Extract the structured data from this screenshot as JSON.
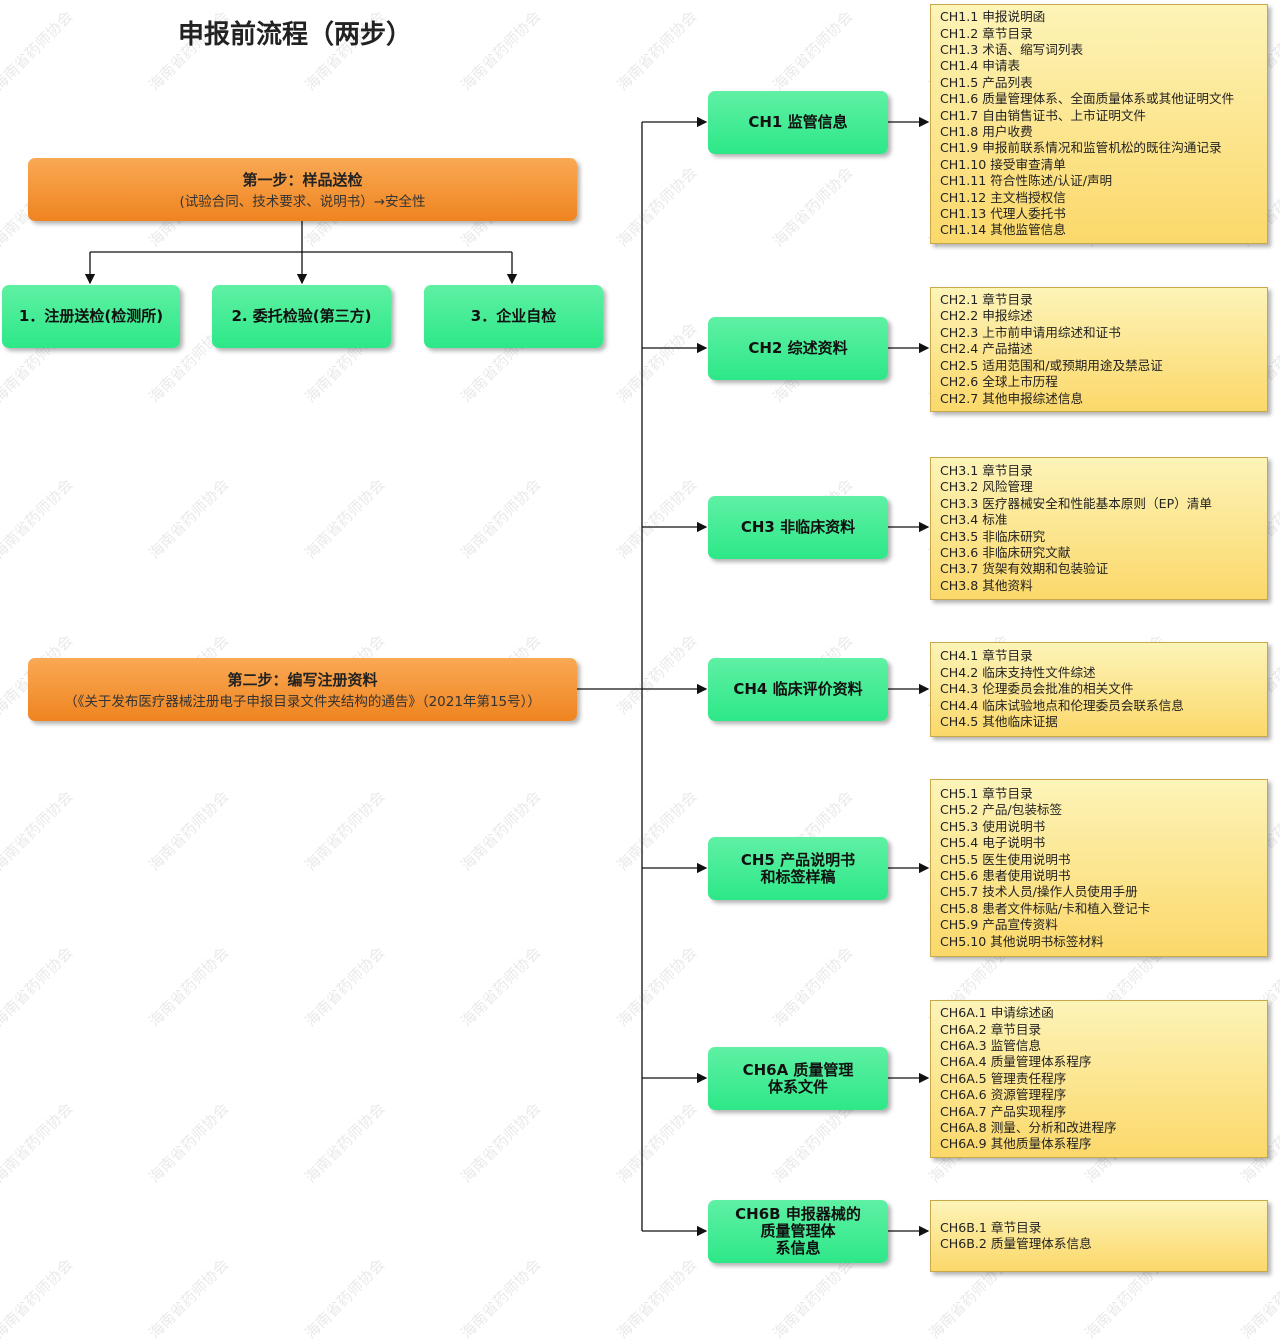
{
  "title": "申报前流程（两步）",
  "watermark": "海南省药师协会",
  "step1": {
    "title": "第一步：样品送检",
    "subtitle": "(试验合同、技术要求、说明书）→安全性",
    "options": [
      "1．注册送检(检测所)",
      "2. 委托检验(第三方)",
      "3．企业自检"
    ]
  },
  "step2": {
    "title": "第二步：编写注册资料",
    "subtitle": "（《关于发布医疗器械注册电子申报目录文件夹结构的通告》（2021年第15号））"
  },
  "chapters": [
    {
      "label": "CH1 监管信息",
      "items": [
        "CH1.1 申报说明函",
        "CH1.2 章节目录",
        "CH1.3 术语、缩写词列表",
        "CH1.4 申请表",
        "CH1.5 产品列表",
        "CH1.6 质量管理体系、全面质量体系或其他证明文件",
        "CH1.7 自由销售证书、上市证明文件",
        "CH1.8 用户收费",
        "CH1.9 申报前联系情况和监管机松的既往沟通记录",
        "CH1.10 接受审查清单",
        "CH1.11 符合性陈述/认证/声明",
        "CH1.12 主文档授权信",
        "CH1.13 代理人委托书",
        "CH1.14 其他监管信息"
      ]
    },
    {
      "label": "CH2 综述资料",
      "items": [
        "CH2.1 章节目录",
        "CH2.2 申报综述",
        "CH2.3 上市前申请用综述和证书",
        "CH2.4 产品描述",
        "CH2.5 适用范围和/或预期用途及禁忌证",
        "CH2.6 全球上市历程",
        "CH2.7 其他申报综述信息"
      ]
    },
    {
      "label": "CH3 非临床资料",
      "items": [
        "CH3.1 章节目录",
        "CH3.2 风险管理",
        "CH3.3 医疗器械安全和性能基本原则（EP）清单",
        "CH3.4 标准",
        "CH3.5 非临床研究",
        "CH3.6 非临床研究文献",
        "CH3.7 货架有效期和包装验证",
        "CH3.8 其他资料"
      ]
    },
    {
      "label": "CH4 临床评价资料",
      "items": [
        "CH4.1 章节目录",
        "CH4.2 临床支持性文件综述",
        "CH4.3 伦理委员会批准的相关文件",
        "CH4.4 临床试验地点和伦理委员会联系信息",
        "CH4.5 其他临床证据"
      ]
    },
    {
      "label": "CH5 产品说明书\n和标签样稿",
      "items": [
        "CH5.1 章节目录",
        "CH5.2 产品/包装标签",
        "CH5.3 使用说明书",
        "CH5.4 电子说明书",
        "CH5.5 医生使用说明书",
        "CH5.6 患者使用说明书",
        "CH5.7 技术人员/操作人员使用手册",
        "CH5.8 患者文件标贴/卡和植入登记卡",
        "CH5.9 产品宣传资料",
        "CH5.10 其他说明书标签材料"
      ]
    },
    {
      "label": "CH6A 质量管理\n体系文件",
      "items": [
        "CH6A.1 申请综述函",
        "CH6A.2 章节目录",
        "CH6A.3 监管信息",
        "CH6A.4 质量管理体系程序",
        "CH6A.5 管理责任程序",
        "CH6A.6 资源管理程序",
        "CH6A.7 产品实现程序",
        "CH6A.8 测量、分析和改进程序",
        "CH6A.9 其他质量体系程序"
      ]
    },
    {
      "label": "CH6B 申报器械的\n质量管理体\n系信息",
      "items": [
        "CH6B.1 章节目录",
        "CH6B.2 质量管理体系信息"
      ]
    }
  ],
  "colors": {
    "orange": "#f39033",
    "green": "#3ceb92",
    "yellow": "#fce38a"
  }
}
